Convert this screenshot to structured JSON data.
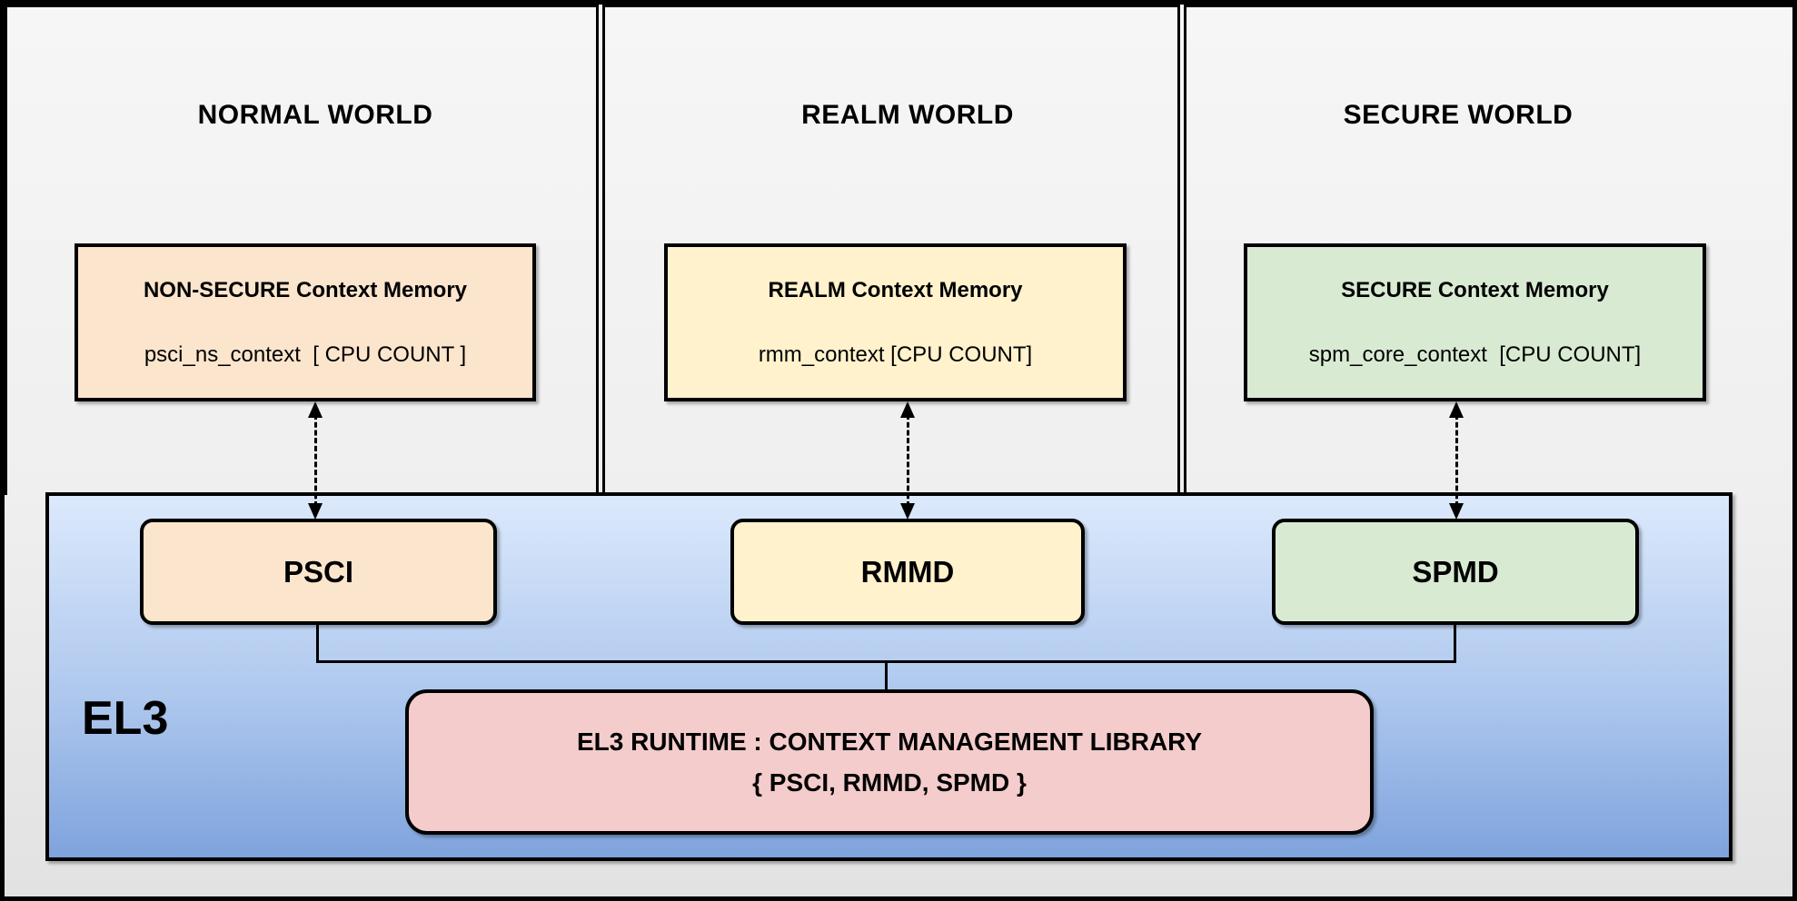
{
  "diagram": {
    "worlds": [
      {
        "title": "NORMAL WORLD",
        "context_box": {
          "title": "NON-SECURE Context Memory",
          "value": "psci_ns_context  [ CPU COUNT ]"
        },
        "dispatcher": "PSCI"
      },
      {
        "title": "REALM WORLD",
        "context_box": {
          "title": "REALM Context Memory",
          "value": "rmm_context [CPU COUNT]"
        },
        "dispatcher": "RMMD"
      },
      {
        "title": "SECURE WORLD",
        "context_box": {
          "title": "SECURE Context Memory",
          "value": "spm_core_context  [CPU COUNT]"
        },
        "dispatcher": "SPMD"
      }
    ],
    "el3": {
      "label": "EL3",
      "runtime_line1": "EL3 RUNTIME : CONTEXT MANAGEMENT LIBRARY",
      "runtime_line2": "{ PSCI, RMMD, SPMD }"
    },
    "colors": {
      "normal_world_fill": "#fce5cd",
      "realm_world_fill": "#fff2cc",
      "secure_world_fill": "#d9ead3",
      "runtime_fill": "#f4cccc",
      "el3_gradient_top": "#dce9fc",
      "el3_gradient_bottom": "#7fa3dd",
      "background": "#efefef",
      "line_color": "#000000"
    }
  }
}
